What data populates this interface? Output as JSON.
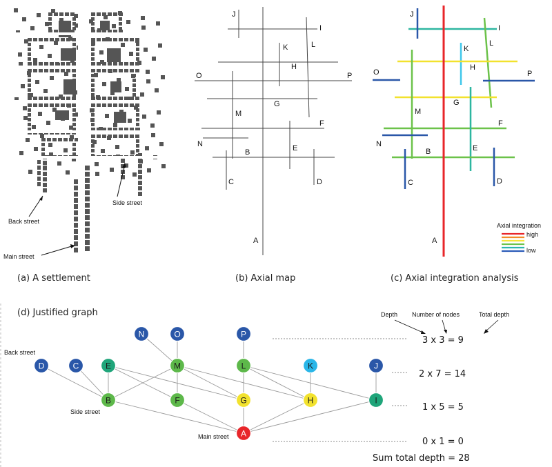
{
  "captions": {
    "a": "(a) A settlement",
    "b": "(b) Axial map",
    "c": "(c) Axial integration analysis",
    "d": "(d) Justified graph"
  },
  "settlement_labels": {
    "back_street": "Back street",
    "side_street": "Side street",
    "main_street": "Main street"
  },
  "axial_line_labels": [
    "A",
    "B",
    "C",
    "D",
    "E",
    "F",
    "G",
    "H",
    "I",
    "J",
    "K",
    "L",
    "M",
    "N",
    "O",
    "P"
  ],
  "legend": {
    "title": "Axial integration",
    "high": "high",
    "low": "low",
    "colors": [
      "#e8262a",
      "#f28c28",
      "#f5e63a",
      "#6cc24a",
      "#2db6b0",
      "#2a5bb8"
    ]
  },
  "graph": {
    "nodes": [
      {
        "id": "N",
        "color": "#2a57a8",
        "text_dark": false
      },
      {
        "id": "O",
        "color": "#2a57a8",
        "text_dark": false
      },
      {
        "id": "P",
        "color": "#2a57a8",
        "text_dark": false
      },
      {
        "id": "D",
        "color": "#2a57a8",
        "text_dark": false
      },
      {
        "id": "C",
        "color": "#2a57a8",
        "text_dark": false
      },
      {
        "id": "E",
        "color": "#1fa57a",
        "text_dark": true
      },
      {
        "id": "M",
        "color": "#5db84a",
        "text_dark": true
      },
      {
        "id": "L",
        "color": "#5db84a",
        "text_dark": true
      },
      {
        "id": "K",
        "color": "#29b6e8",
        "text_dark": true
      },
      {
        "id": "J",
        "color": "#2a57a8",
        "text_dark": false
      },
      {
        "id": "B",
        "color": "#5db84a",
        "text_dark": true
      },
      {
        "id": "F",
        "color": "#5db84a",
        "text_dark": true
      },
      {
        "id": "G",
        "color": "#f2e22e",
        "text_dark": true
      },
      {
        "id": "H",
        "color": "#f2e22e",
        "text_dark": true
      },
      {
        "id": "I",
        "color": "#1fa57a",
        "text_dark": true
      },
      {
        "id": "A",
        "color": "#e8262a",
        "text_dark": false
      }
    ],
    "labels": {
      "back_street": "Back street",
      "side_street": "Side street",
      "main_street": "Main street"
    },
    "header": {
      "depth": "Depth",
      "number_of_nodes": "Number of nodes",
      "total_depth": "Total depth"
    },
    "rows": [
      {
        "eq": "3 x 3 = 9"
      },
      {
        "eq": "2 x 7 = 14"
      },
      {
        "eq": "1 x 5 = 5"
      },
      {
        "eq": "0 x 1 = 0"
      }
    ],
    "sum": "Sum total depth = 28"
  }
}
